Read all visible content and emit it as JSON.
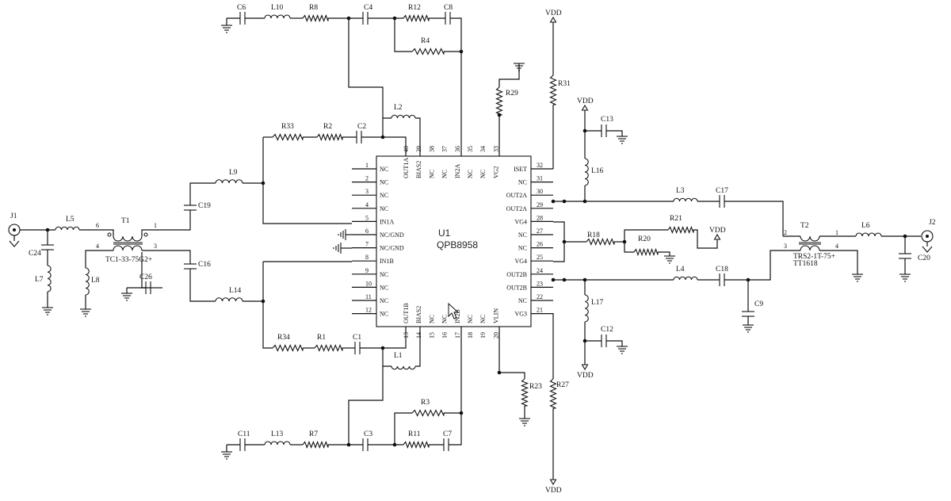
{
  "chip": {
    "ref": "U1",
    "part": "QPB8958",
    "left_pins": [
      {
        "num": "1",
        "name": "NC"
      },
      {
        "num": "2",
        "name": "NC"
      },
      {
        "num": "3",
        "name": "NC"
      },
      {
        "num": "4",
        "name": "NC"
      },
      {
        "num": "5",
        "name": "IN1A"
      },
      {
        "num": "6",
        "name": "NC/GND"
      },
      {
        "num": "7",
        "name": "NC/GND"
      },
      {
        "num": "8",
        "name": "IN1B"
      },
      {
        "num": "9",
        "name": "NC"
      },
      {
        "num": "10",
        "name": "NC"
      },
      {
        "num": "11",
        "name": "NC"
      },
      {
        "num": "12",
        "name": "NC"
      }
    ],
    "right_pins": [
      {
        "num": "32",
        "name": "ISET"
      },
      {
        "num": "31",
        "name": "NC"
      },
      {
        "num": "30",
        "name": "OUT2A"
      },
      {
        "num": "29",
        "name": "OUT2A"
      },
      {
        "num": "28",
        "name": "VG4"
      },
      {
        "num": "27",
        "name": "NC"
      },
      {
        "num": "26",
        "name": "NC"
      },
      {
        "num": "25",
        "name": "VG4"
      },
      {
        "num": "24",
        "name": "OUT2B"
      },
      {
        "num": "23",
        "name": "OUT2B"
      },
      {
        "num": "22",
        "name": "NC"
      },
      {
        "num": "21",
        "name": "VG3"
      }
    ],
    "top_pins": [
      {
        "num": "40",
        "name": "OUT1A"
      },
      {
        "num": "39",
        "name": "BIAS2"
      },
      {
        "num": "38",
        "name": "NC"
      },
      {
        "num": "37",
        "name": "NC"
      },
      {
        "num": "36",
        "name": "IN2A"
      },
      {
        "num": "35",
        "name": "NC"
      },
      {
        "num": "34",
        "name": "NC"
      },
      {
        "num": "33",
        "name": "VG2"
      }
    ],
    "bottom_pins": [
      {
        "num": "13",
        "name": "OUT1B"
      },
      {
        "num": "14",
        "name": "BIAS2"
      },
      {
        "num": "15",
        "name": "NC"
      },
      {
        "num": "16",
        "name": "NC"
      },
      {
        "num": "17",
        "name": "IN2B"
      },
      {
        "num": "18",
        "name": "NC"
      },
      {
        "num": "19",
        "name": "NC"
      },
      {
        "num": "20",
        "name": "VLIN"
      }
    ]
  },
  "connectors": {
    "j1": "J1",
    "j2": "J2"
  },
  "power": {
    "vdd": "VDD"
  },
  "transformers": {
    "t1_ref": "T1",
    "t1_part": "TC1-33-75G2+",
    "t1_pins": [
      "6",
      "1",
      "4",
      "3"
    ],
    "t2_ref": "T2",
    "t2_part_line1": "TRS2-1T-75+",
    "t2_part_line2": "TT1618",
    "t2_pins": [
      "2",
      "1",
      "3",
      "4"
    ]
  },
  "refs": {
    "C1": "C1",
    "C2": "C2",
    "C3": "C3",
    "C4": "C4",
    "C6": "C6",
    "C7": "C7",
    "C8": "C8",
    "C9": "C9",
    "C11": "C11",
    "C12": "C12",
    "C13": "C13",
    "C16": "C16",
    "C17": "C17",
    "C18": "C18",
    "C19": "C19",
    "C20": "C20",
    "C24": "C24",
    "C26": "C26",
    "L1": "L1",
    "L2": "L2",
    "L3": "L3",
    "L4": "L4",
    "L5": "L5",
    "L6": "L6",
    "L7": "L7",
    "L8": "L8",
    "L9": "L9",
    "L10": "L10",
    "L13": "L13",
    "L14": "L14",
    "L16": "L16",
    "L17": "L17",
    "R1": "R1",
    "R2": "R2",
    "R3": "R3",
    "R4": "R4",
    "R7": "R7",
    "R8": "R8",
    "R11": "R11",
    "R12": "R12",
    "R18": "R18",
    "R20": "R20",
    "R21": "R21",
    "R23": "R23",
    "R27": "R27",
    "R29": "R29",
    "R31": "R31",
    "R33": "R33",
    "R34": "R34"
  }
}
